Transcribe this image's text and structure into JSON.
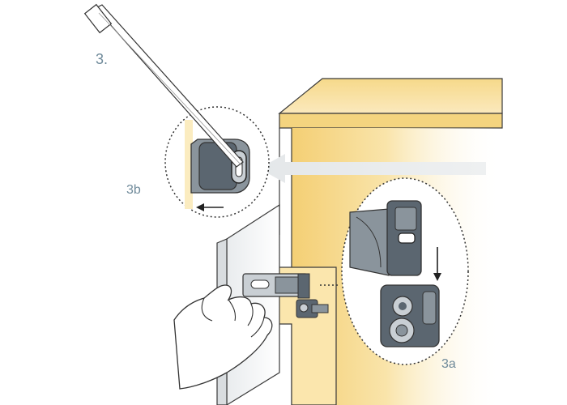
{
  "labels": {
    "step": "3.",
    "detail_b": "3b",
    "detail_a": "3a"
  },
  "colors": {
    "cabinet_glow": "#f6d98a",
    "cabinet_light": "#fbecc0",
    "part_dark": "#5b6670",
    "part_mid": "#8a949c",
    "part_light": "#c9cfd4",
    "outline": "#333333",
    "pointer_arrow": "#e6e8ea",
    "label_text": "#6f8a9a"
  },
  "icons": {
    "step_label": "step-number",
    "direction_arrow_left": "arrow-left-icon",
    "direction_arrow_down": "arrow-down-icon",
    "pointer_arrow": "pointer-arrow-icon",
    "tool": "screwdriver-icon",
    "hand": "hand-icon"
  }
}
